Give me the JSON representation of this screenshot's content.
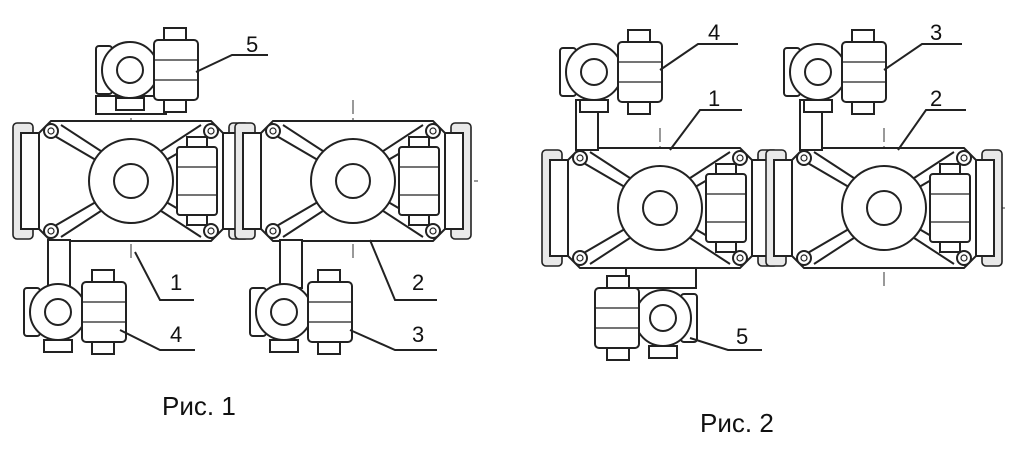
{
  "figures": [
    {
      "caption": "Рис. 1",
      "callouts": [
        {
          "text": "5"
        },
        {
          "text": "1"
        },
        {
          "text": "2"
        },
        {
          "text": "4"
        },
        {
          "text": "3"
        }
      ]
    },
    {
      "caption": "Рис. 2",
      "callouts": [
        {
          "text": "4"
        },
        {
          "text": "3"
        },
        {
          "text": "1"
        },
        {
          "text": "2"
        },
        {
          "text": "5"
        }
      ]
    }
  ]
}
